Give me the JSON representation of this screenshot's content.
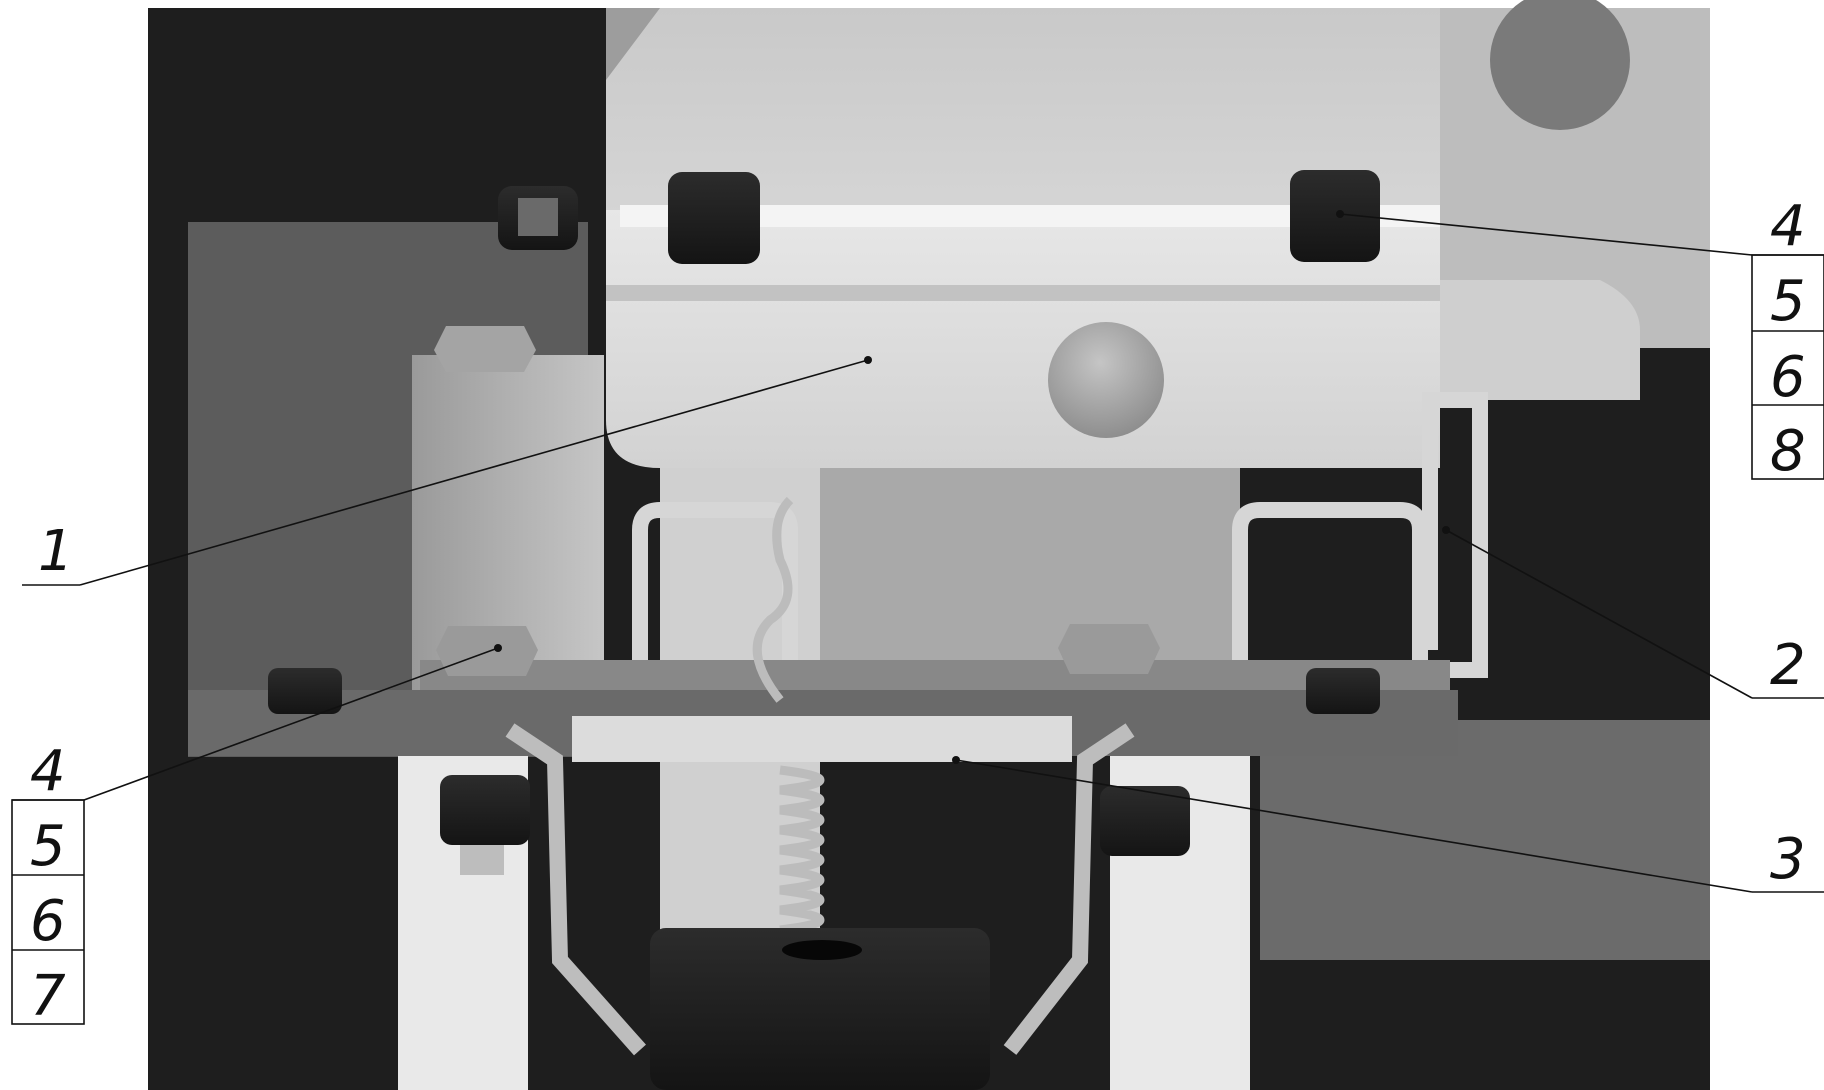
{
  "callouts": {
    "label_1": "1",
    "label_2": "2",
    "label_3": "3",
    "top_right_stack": [
      "4",
      "5",
      "6",
      "8"
    ],
    "bottom_left_stack": [
      "4",
      "5",
      "6",
      "7"
    ]
  },
  "colors": {
    "background": "#ffffff",
    "dark": "#1f1f1f",
    "light_part": "#cfcfcf",
    "mid_part": "#8f8f8f",
    "line": "#111111"
  }
}
